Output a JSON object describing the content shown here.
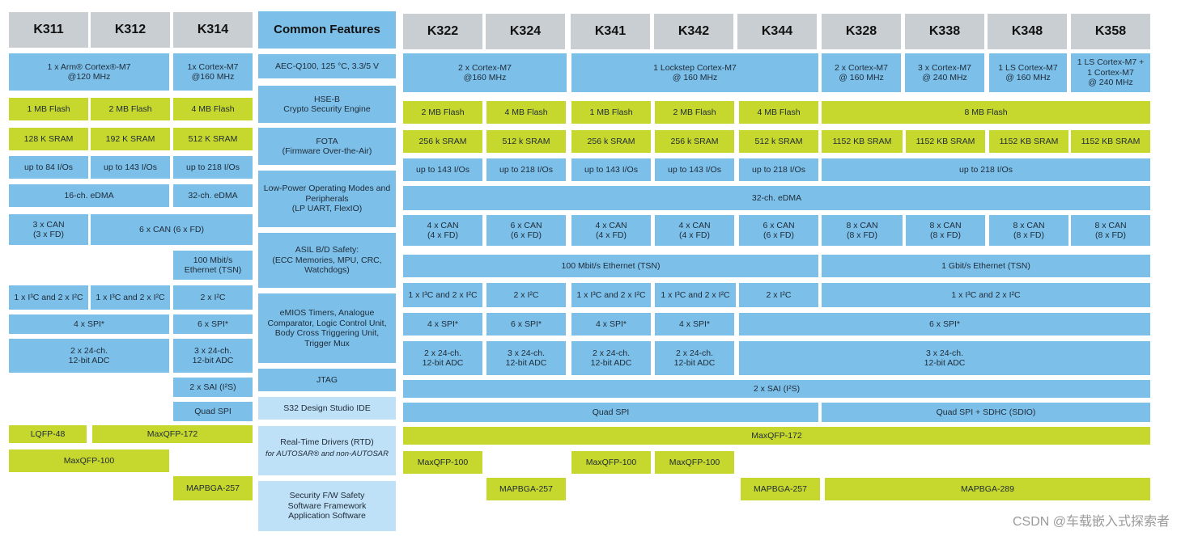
{
  "headers": [
    "K311",
    "K312",
    "K314",
    "Common Features",
    "K322",
    "K324",
    "K341",
    "K342",
    "K344",
    "K328",
    "K338",
    "K348",
    "K358"
  ],
  "cells": [
    "1 x Arm® Cortex®-M7\n@120 MHz",
    "1x Cortex-M7\n@160 MHz",
    "1 MB Flash",
    "2 MB Flash",
    "4 MB Flash",
    "128 K SRAM",
    "192 K SRAM",
    "512 K SRAM",
    "up to 84 I/Os",
    "up to 143 I/Os",
    "up to 218 I/Os",
    "16-ch. eDMA",
    "32-ch. eDMA",
    "3 x CAN\n(3 x FD)",
    "6 x CAN (6 x FD)",
    "100 Mbit/s\nEthernet (TSN)",
    "1 x I³C and 2 x I²C",
    "1 x I³C and 2 x I²C",
    "2 x I²C",
    "4 x SPI*",
    "6 x SPI*",
    "2 x 24-ch.\n12-bit ADC",
    "3 x 24-ch.\n12-bit ADC",
    "2 x SAI (I²S)",
    "Quad SPI",
    "LQFP-48",
    "MaxQFP-172",
    "MaxQFP-100",
    "MAPBGA-257",
    "AEC-Q100, 125 °C, 3.3/5 V",
    "HSE-B\nCrypto Security Engine",
    "FOTA\n(Firmware Over-the-Air)",
    "Low-Power Operating Modes and\nPeripherals\n(LP UART, FlexIO)",
    "ASIL B/D Safety:\n(ECC Memories, MPU, CRC,\nWatchdogs)",
    "eMIOS Timers, Analogue\nComparator, Logic Control Unit,\nBody Cross Triggering Unit,\nTrigger Mux",
    "JTAG",
    "S32 Design Studio IDE",
    "Real-Time Drivers (RTD)",
    "for AUTOSAR® and non-AUTOSAR",
    "Security F/W Safety\nSoftware Framework\nApplication Software",
    "2 x Cortex-M7\n@160 MHz",
    "1 Lockstep Cortex-M7\n@ 160 MHz",
    "2 x Cortex-M7\n@ 160 MHz",
    "3 x Cortex-M7\n@ 240 MHz",
    "1 LS Cortex-M7\n@ 160 MHz",
    "1 LS Cortex-M7 +\n1 Cortex-M7\n@ 240 MHz",
    "2 MB Flash",
    "4 MB Flash",
    "1 MB Flash",
    "2 MB Flash",
    "4 MB Flash",
    "8 MB Flash",
    "256 k SRAM",
    "512 k SRAM",
    "256 k SRAM",
    "256 k SRAM",
    "512 k SRAM",
    "1152 KB SRAM",
    "1152 KB SRAM",
    "1152 KB SRAM",
    "1152 KB SRAM",
    "up to 143 I/Os",
    "up to 218 I/Os",
    "up to 143 I/Os",
    "up to 143 I/Os",
    "up to 218 I/Os",
    "up to 218 I/Os",
    "32-ch. eDMA",
    "4 x CAN\n(4 x FD)",
    "6 x CAN\n(6 x FD)",
    "4 x CAN\n(4 x FD)",
    "4 x CAN\n(4 x FD)",
    "6 x CAN\n(6 x FD)",
    "8 x CAN\n(8 x FD)",
    "8 x CAN\n(8 x FD)",
    "8 x CAN\n(8 x FD)",
    "8 x CAN\n(8 x FD)",
    "100 Mbit/s Ethernet (TSN)",
    "1 Gbit/s Ethernet (TSN)",
    "1 x I³C and 2 x I²C",
    "2 x I²C",
    "1 x I³C and 2 x I²C",
    "1 x I³C and 2 x I²C",
    "2 x I²C",
    "1 x I³C and 2 x I²C",
    "4 x SPI*",
    "6 x SPI*",
    "4 x SPI*",
    "4 x SPI*",
    "6 x SPI*",
    "2 x 24-ch.\n12-bit ADC",
    "3 x 24-ch.\n12-bit ADC",
    "2 x 24-ch.\n12-bit ADC",
    "2 x 24-ch.\n12-bit ADC",
    "3 x 24-ch.\n12-bit ADC",
    "2 x SAI (I²S)",
    "Quad SPI",
    "Quad SPI + SDHC (SDIO)",
    "MaxQFP-172",
    "MaxQFP-100",
    "MaxQFP-100",
    "MaxQFP-100",
    "MAPBGA-257",
    "MAPBGA-257",
    "MAPBGA-289"
  ],
  "watermark": "CSDN @车载嵌入式探索者",
  "colors": {
    "header": "#c9ced3",
    "blue": "#7cc0ea",
    "green": "#c6d82e",
    "light_blue": "#bfe1f7"
  }
}
